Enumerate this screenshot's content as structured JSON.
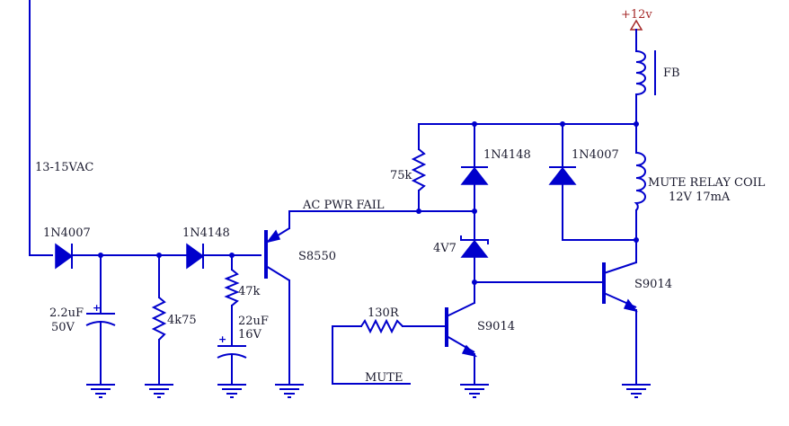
{
  "labels": {
    "vac": "13-15VAC",
    "d1": "1N4007",
    "d2": "1N4148",
    "d3": "1N4148",
    "d4": "1N4007",
    "zener": "4V7",
    "c1_value": "2.2uF",
    "c1_voltage": "50V",
    "r_4k75": "4k75",
    "r_47k": "47k",
    "c2_value": "22uF",
    "c2_voltage": "16V",
    "q1": "S8550",
    "q2": "S9014",
    "q3": "S9014",
    "r_75k": "75k",
    "r_130r": "130R",
    "net_acfail": "AC PWR FAIL",
    "net_mute": "MUTE",
    "supply": "+12v",
    "fb": "FB",
    "relay_name": "MUTE RELAY COIL",
    "relay_spec": "12V 17mA"
  },
  "colors": {
    "wire": "#0000cc",
    "text": "#1a1a2e",
    "supply_text": "#a52a2a"
  }
}
